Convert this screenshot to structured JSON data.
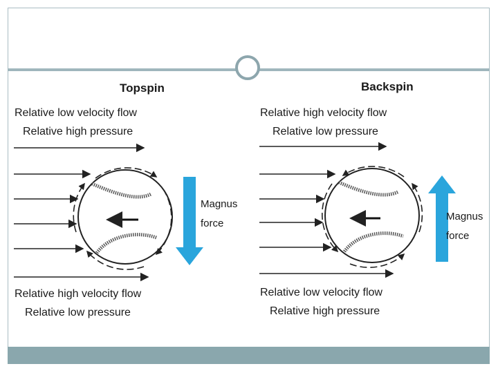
{
  "slide": {
    "title": ""
  },
  "diagram": {
    "topspin": {
      "heading": "Topspin",
      "top_flow": "Relative low velocity flow",
      "top_pressure": "Relative high pressure",
      "bottom_flow": "Relative high velocity flow",
      "bottom_pressure": "Relative low pressure",
      "force_line1": "Magnus",
      "force_line2": "force",
      "force_direction": "down"
    },
    "backspin": {
      "heading": "Backspin",
      "top_flow": "Relative high velocity flow",
      "top_pressure": "Relative low pressure",
      "bottom_flow": "Relative low velocity flow",
      "bottom_pressure": "Relative high pressure",
      "force_line1": "Magnus",
      "force_line2": "force",
      "force_direction": "up"
    },
    "colors": {
      "force_arrow": "#2aa5dc",
      "frame_border": "#a9bcc2",
      "footer": "#8aa7ad"
    }
  }
}
